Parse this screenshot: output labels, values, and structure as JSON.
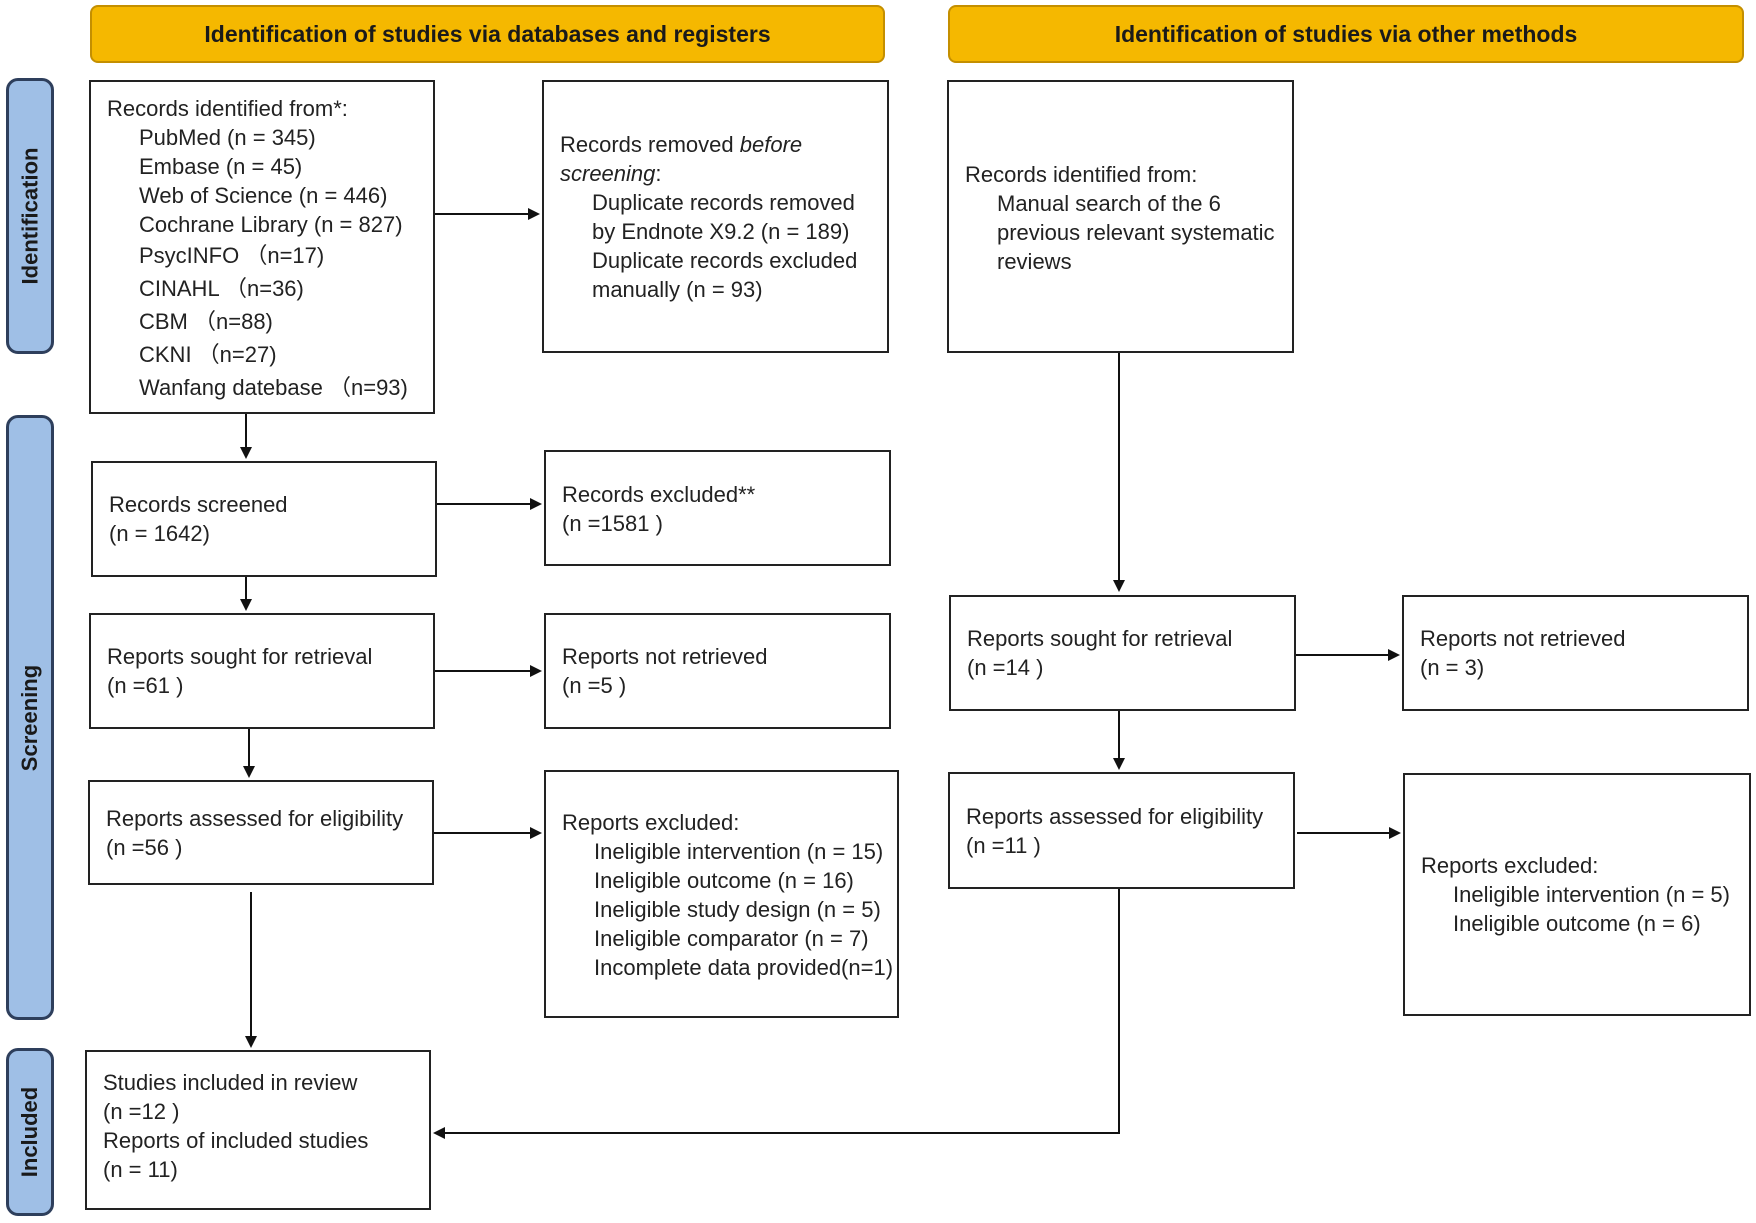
{
  "headers": {
    "left": "Identification of studies via databases and registers",
    "right": "Identification of studies via other methods"
  },
  "phases": {
    "identification": "Identification",
    "screening": "Screening",
    "included": "Included"
  },
  "left": {
    "records_identified": {
      "title": "Records identified from*:",
      "sources": [
        "PubMed (n = 345)",
        "Embase (n = 45)",
        "Web of Science (n = 446)",
        "Cochrane Library (n = 827)",
        "PsycINFO （n=17)",
        "CINAHL （n=36)",
        "CBM （n=88)",
        "CKNI （n=27)",
        "Wanfang datebase （n=93)"
      ]
    },
    "records_removed": {
      "title_prefix": "Records removed ",
      "title_italic_1": "before",
      "title_italic_2": "screening",
      "title_suffix": ":",
      "items": [
        "Duplicate records removed",
        "by Endnote X9.2 (n = 189)",
        "Duplicate records excluded",
        "manually (n = 93)"
      ]
    },
    "records_screened": {
      "title": "Records screened",
      "count": "(n = 1642)"
    },
    "records_excluded": {
      "title": "Records excluded**",
      "count": "(n =1581 )"
    },
    "reports_sought": {
      "title": "Reports sought for retrieval",
      "count": "(n =61 )"
    },
    "reports_not_retrieved": {
      "title": "Reports not retrieved",
      "count": "(n =5 )"
    },
    "reports_assessed": {
      "title": "Reports assessed for eligibility",
      "count": "(n =56 )"
    },
    "reports_excluded": {
      "title": "Reports excluded:",
      "items": [
        "Ineligible intervention (n = 15)",
        "Ineligible outcome (n = 16)",
        "Ineligible study design (n = 5)",
        "Ineligible comparator (n = 7)",
        "Incomplete data provided(n=1)"
      ]
    },
    "included": {
      "line1": "Studies included in review",
      "line2": "(n =12 )",
      "line3": "Reports of included studies",
      "line4": "(n = 11)"
    }
  },
  "right": {
    "records_identified": {
      "title": "Records identified from:",
      "items": [
        "Manual search of the 6",
        "previous relevant systematic",
        "reviews"
      ]
    },
    "reports_sought": {
      "title": "Reports sought for retrieval",
      "count": "(n =14 )"
    },
    "reports_not_retrieved": {
      "title": "Reports not retrieved",
      "count": "(n = 3)"
    },
    "reports_assessed": {
      "title": "Reports assessed for eligibility",
      "count": "(n =11 )"
    },
    "reports_excluded": {
      "title": "Reports excluded:",
      "items": [
        "Ineligible intervention (n = 5)",
        "Ineligible outcome (n = 6)"
      ]
    }
  }
}
